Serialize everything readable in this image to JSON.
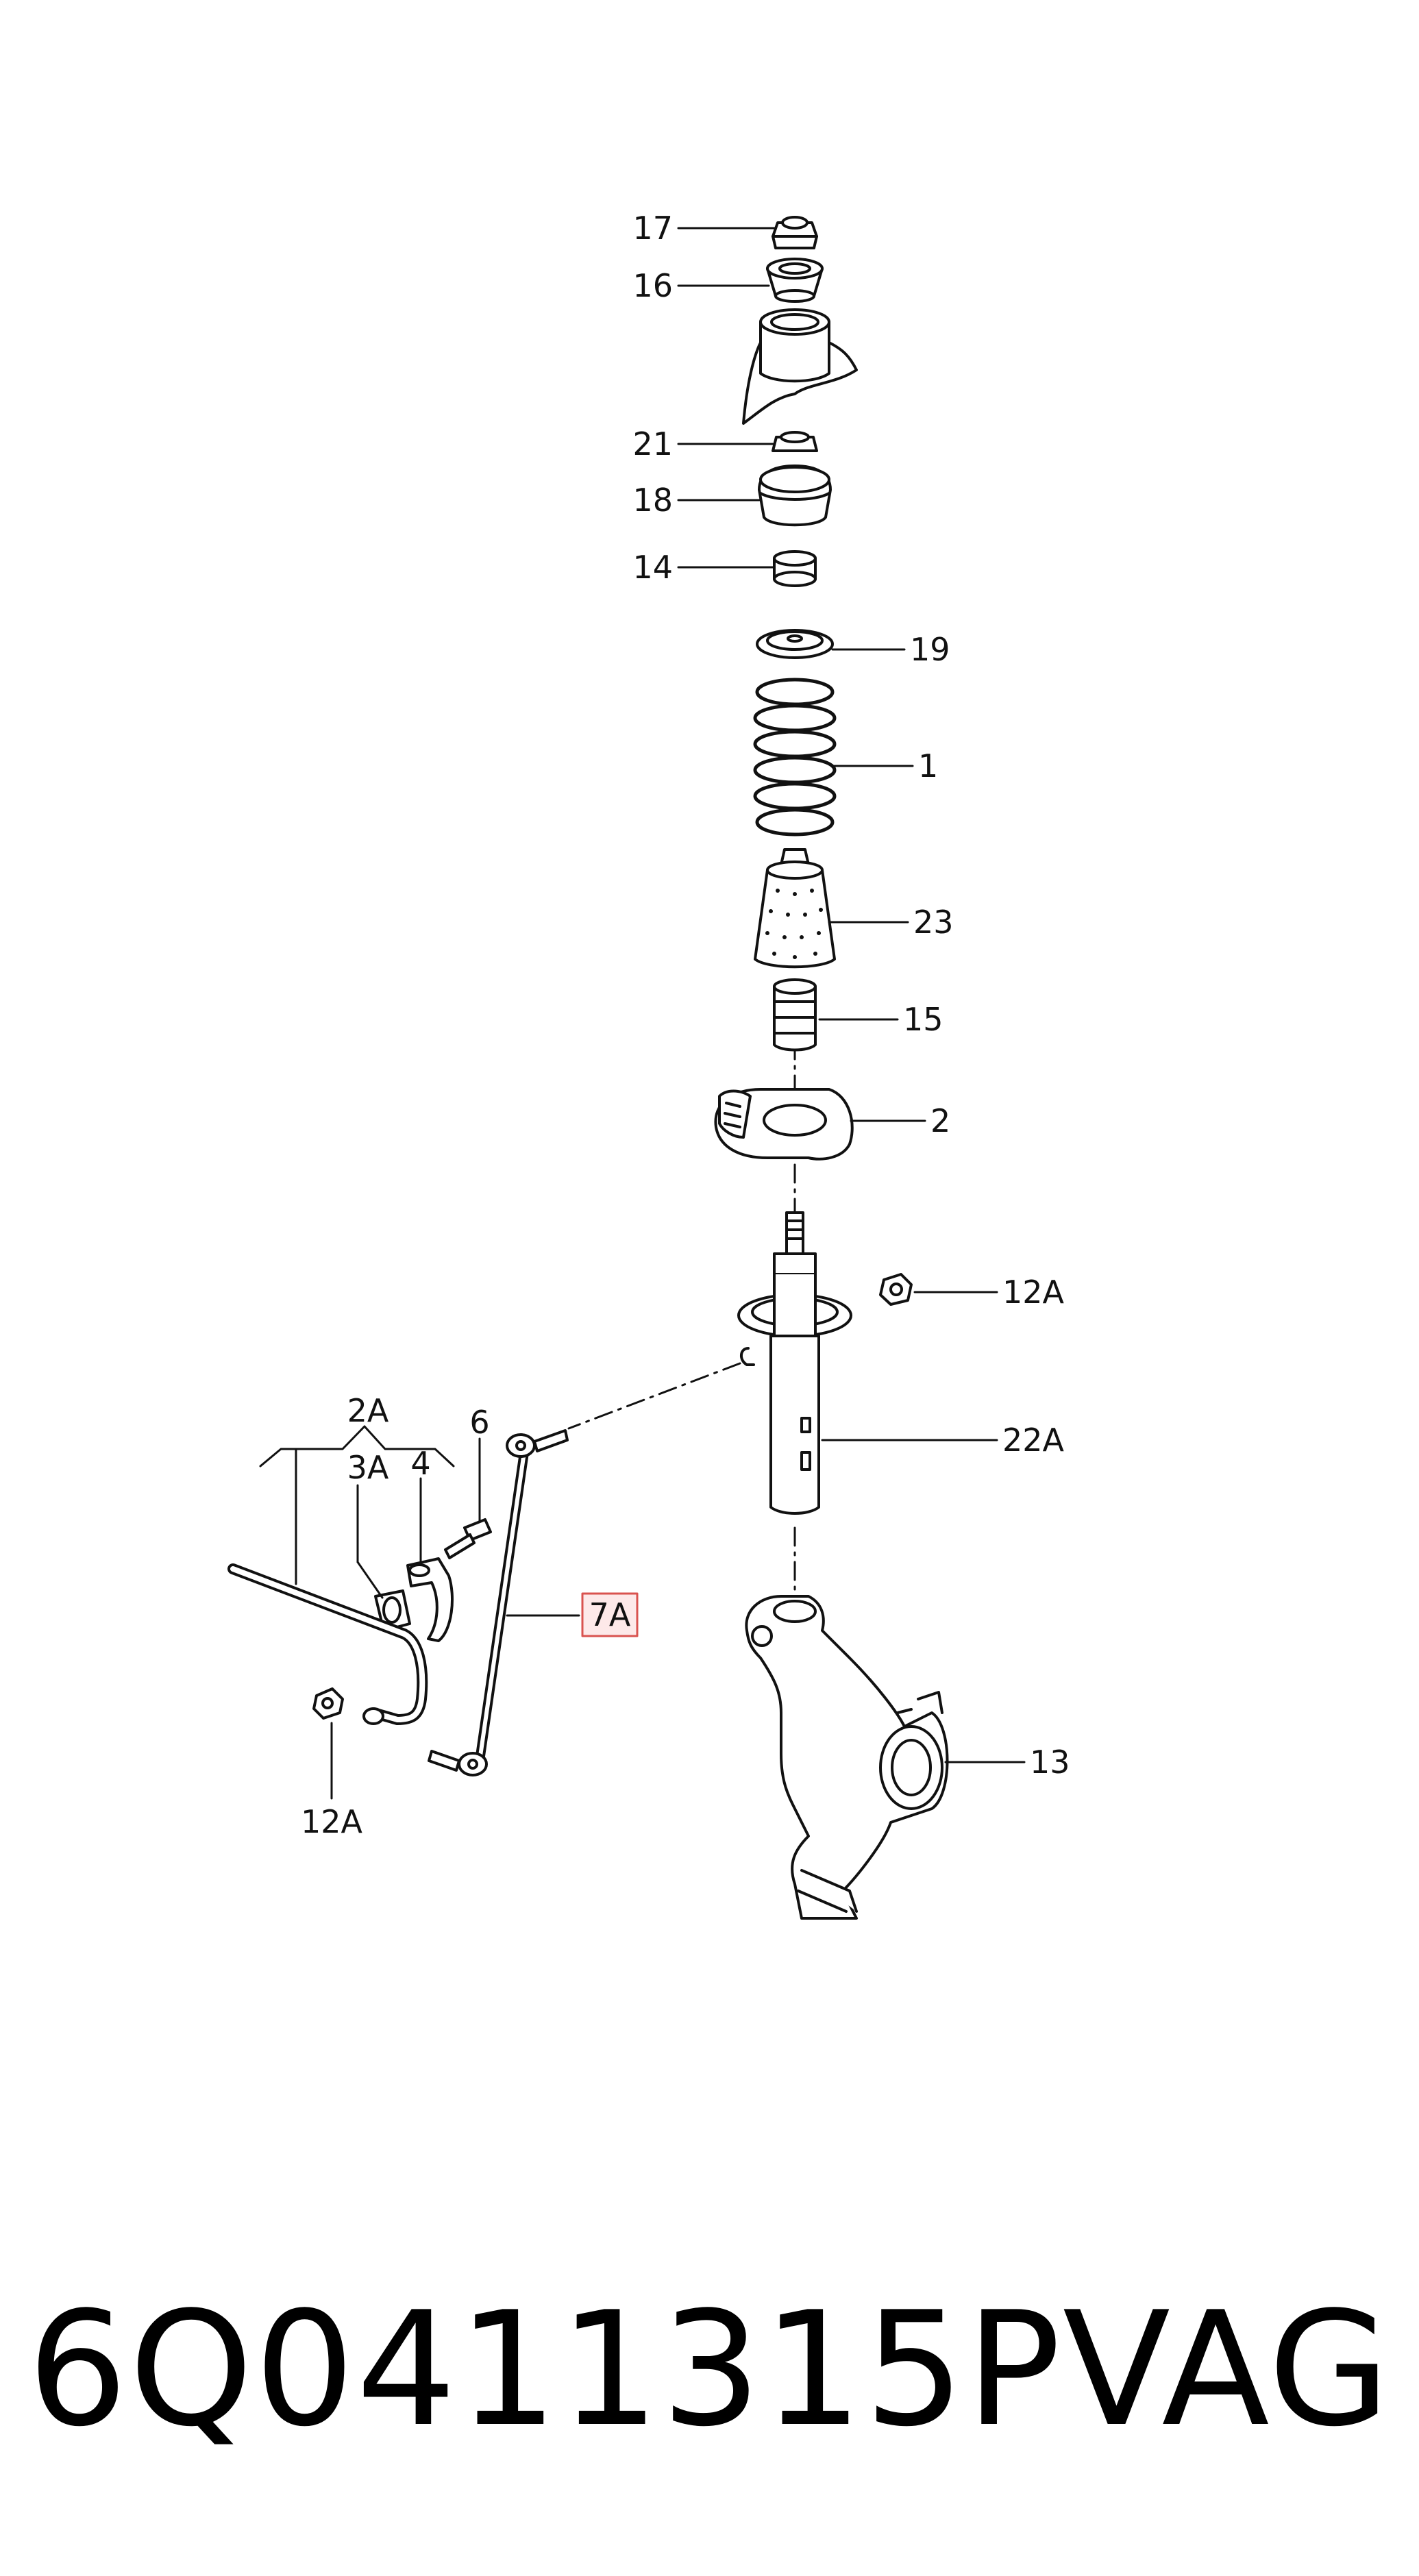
{
  "callouts": {
    "c17": "17",
    "c16": "16",
    "c21": "21",
    "c18": "18",
    "c14": "14",
    "c19": "19",
    "c1": "1",
    "c23": "23",
    "c15": "15",
    "c2": "2",
    "c12a_right": "12A",
    "c22a": "22A",
    "c2a": "2A",
    "c3a": "3A",
    "c4": "4",
    "c6": "6",
    "c7a": "7A",
    "c13": "13",
    "c12a_left": "12A"
  },
  "part_number": "6Q0411315P",
  "brand": "VAG",
  "colors": {
    "line": "#111111",
    "highlight_border": "#d9534f",
    "highlight_fill": "#fde9e9"
  }
}
